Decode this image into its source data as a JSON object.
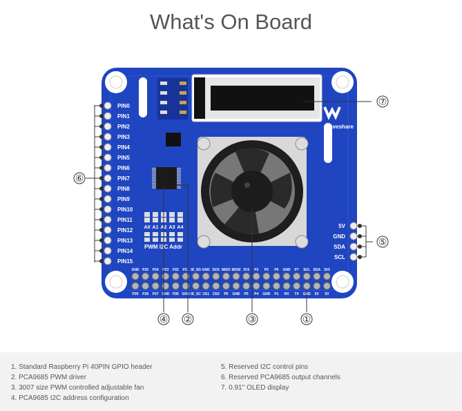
{
  "title": "What's On Board",
  "board": {
    "left_pins": [
      "PIN0",
      "PIN1",
      "PIN2",
      "PIN3",
      "PIN4",
      "PIN5",
      "PIN6",
      "PIN7",
      "PIN8",
      "PIN9",
      "PIN10",
      "PIN11",
      "PIN12",
      "PIN13",
      "PIN14",
      "PIN15"
    ],
    "i2c_pins": [
      "5V",
      "GND",
      "SDA",
      "SCL"
    ],
    "addr_labels": [
      "A0",
      "A1",
      "A2",
      "A3",
      "A4"
    ],
    "addr_caption": "PWM I2C Addr",
    "gpio_top": [
      "GND",
      "P25",
      "P24",
      "P23",
      "P22",
      "P21",
      "ID_SD",
      "GND",
      "SCK",
      "MISO",
      "MOSI",
      "3V3",
      "P3",
      "P2",
      "P0",
      "GND",
      "P7",
      "SCL",
      "SDA",
      "3V3"
    ],
    "gpio_bottom": [
      "P29",
      "P28",
      "P27",
      "GND",
      "P26",
      "GND",
      "ID_SC",
      "CE1",
      "CE0",
      "P6",
      "GND",
      "P5",
      "P4",
      "GND",
      "P1",
      "RX",
      "TX",
      "GND",
      "5V",
      "5V"
    ],
    "logo_text": "Waveshare",
    "colors": {
      "pcb": "#1f45c0",
      "pcb_dark": "#17339a",
      "fan": "#1e1e1e"
    }
  },
  "callouts": [
    "①",
    "②",
    "③",
    "④",
    "⑤",
    "⑥",
    "⑦"
  ],
  "legend": {
    "left": [
      "1. Standard Raspberry Pi 40PIN GPIO header",
      "2. PCA9685 PWM driver",
      "3. 3007 size PWM controlled adjustable fan",
      "4. PCA9685 I2C address configuration"
    ],
    "right": [
      "5. Reserved I2C control pins",
      "6. Reserved PCA9685 output channels",
      "7. 0.91'' OLED display"
    ]
  }
}
